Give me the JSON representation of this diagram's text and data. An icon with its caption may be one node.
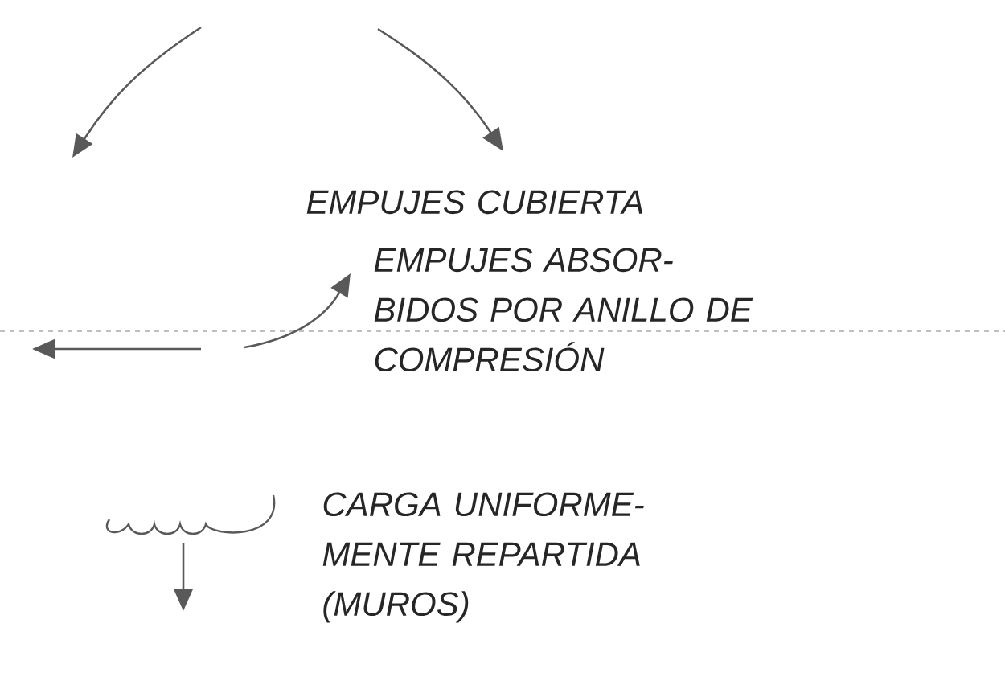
{
  "diagram": {
    "legend": [
      {
        "text": "EMPUJES CUBIERTA"
      },
      {
        "text": "EMPUJES ABSOR-BIDOS POR ANILLO DE COMPRESIÓN"
      },
      {
        "text": "CARGA UNIFORME-MENTE REPARTIDA (MUROS)"
      }
    ]
  }
}
